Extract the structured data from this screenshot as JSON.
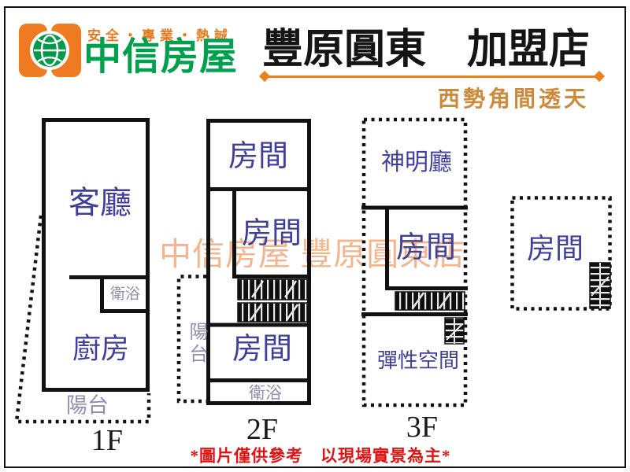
{
  "header": {
    "slogan": "安全・專業・熱誠",
    "brand": "中信房屋",
    "title": "豐原圓東　加盟店",
    "subtitle": "西勢角間透天"
  },
  "watermark": "中信房屋 豐原圓東店",
  "floors": {
    "f1": {
      "label": "1F",
      "living_room": "客廳",
      "bathroom": "衛浴",
      "kitchen": "廚房",
      "balcony": "陽台"
    },
    "f2": {
      "label": "2F",
      "room_front": "房間",
      "room_middle": "房間",
      "room_rear": "房間",
      "bathroom": "衛浴",
      "balcony": "陽台"
    },
    "f3": {
      "label": "3F",
      "shrine_hall": "神明廳",
      "room": "房間",
      "flex_space": "彈性空間"
    },
    "f4": {
      "room": "房間"
    }
  },
  "footer": {
    "disclaimer": "*圖片僅供參考　以現場實景為主*"
  },
  "colors": {
    "brand_green": "#00A04E",
    "logo_orange": "#EE7B22",
    "underline_orange": "#E8821E",
    "subtitle_gold": "#CC8A3A",
    "room_label_indigo": "#40409A",
    "secondary_label": "#8E8EB0",
    "disclaimer_red": "#DD1414",
    "watermark_peach": "#F0A373",
    "wall_black": "#111111"
  }
}
